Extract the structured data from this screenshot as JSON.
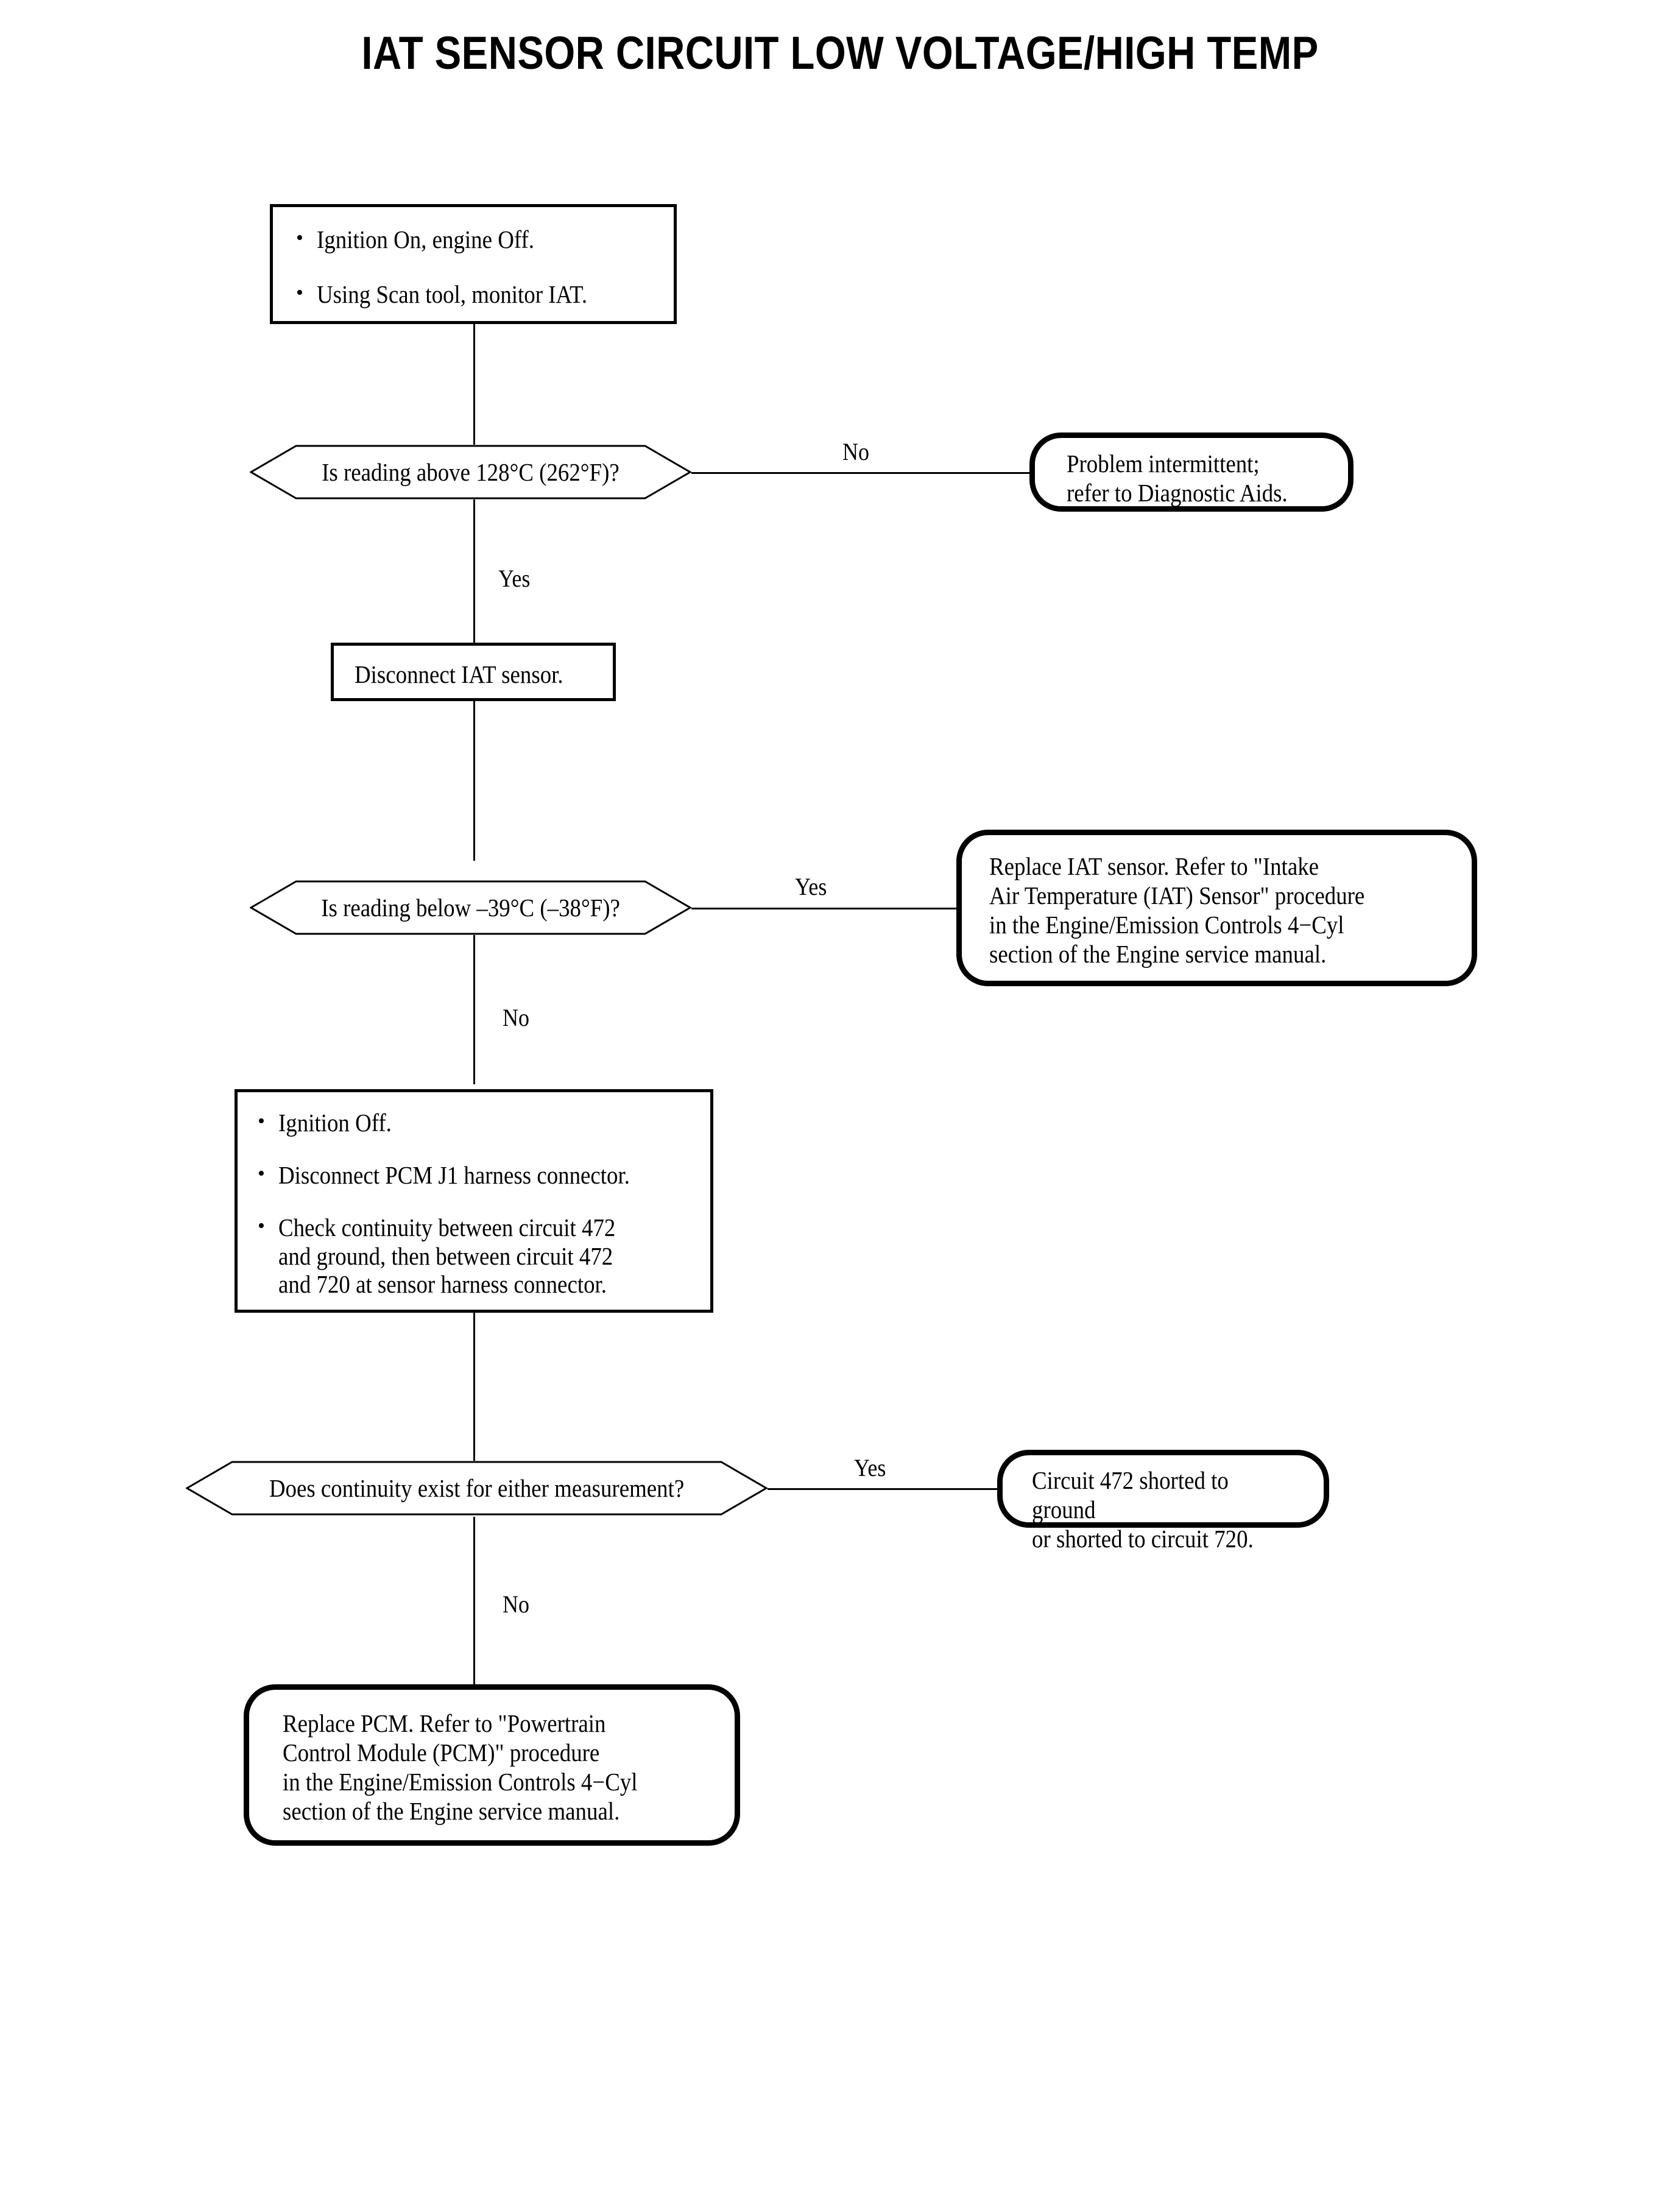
{
  "chart_title": "IAT SENSOR CIRCUIT LOW VOLTAGE/HIGH TEMP",
  "colors": {
    "ink": "#000000",
    "paper": "#ffffff"
  },
  "nodes": {
    "step1": {
      "type": "process",
      "bullets": [
        "Ignition On, engine Off.",
        "Using Scan tool, monitor IAT."
      ]
    },
    "decision1": {
      "type": "decision",
      "text": "Is reading above 128°C (262°F)?"
    },
    "terminal1": {
      "type": "terminal",
      "text": "Problem intermittent;\nrefer to Diagnostic Aids."
    },
    "step2": {
      "type": "process",
      "text": "Disconnect IAT sensor."
    },
    "decision2": {
      "type": "decision",
      "text": "Is reading below –39°C (–38°F)?"
    },
    "terminal2": {
      "type": "terminal",
      "text": "Replace IAT sensor. Refer to \"Intake\nAir Temperature (IAT) Sensor\" procedure\nin the Engine/Emission Controls 4−Cyl\nsection of the Engine service manual."
    },
    "step3": {
      "type": "process",
      "bullets": [
        "Ignition Off.",
        "Disconnect PCM J1 harness connector.",
        "Check continuity between circuit 472\nand ground, then between circuit 472\nand 720 at sensor harness connector."
      ]
    },
    "decision3": {
      "type": "decision",
      "text": "Does continuity exist for either measurement?"
    },
    "terminal3": {
      "type": "terminal",
      "text": "Circuit 472 shorted to ground\nor shorted to circuit 720."
    },
    "terminal4": {
      "type": "terminal",
      "text": "Replace PCM. Refer to \"Powertrain\nControl Module (PCM)\" procedure\nin the Engine/Emission Controls 4−Cyl\nsection of the Engine service manual."
    }
  },
  "edges": {
    "d1_no": "No",
    "d1_yes": "Yes",
    "d2_yes": "Yes",
    "d2_no": "No",
    "d3_yes": "Yes",
    "d3_no": "No"
  }
}
